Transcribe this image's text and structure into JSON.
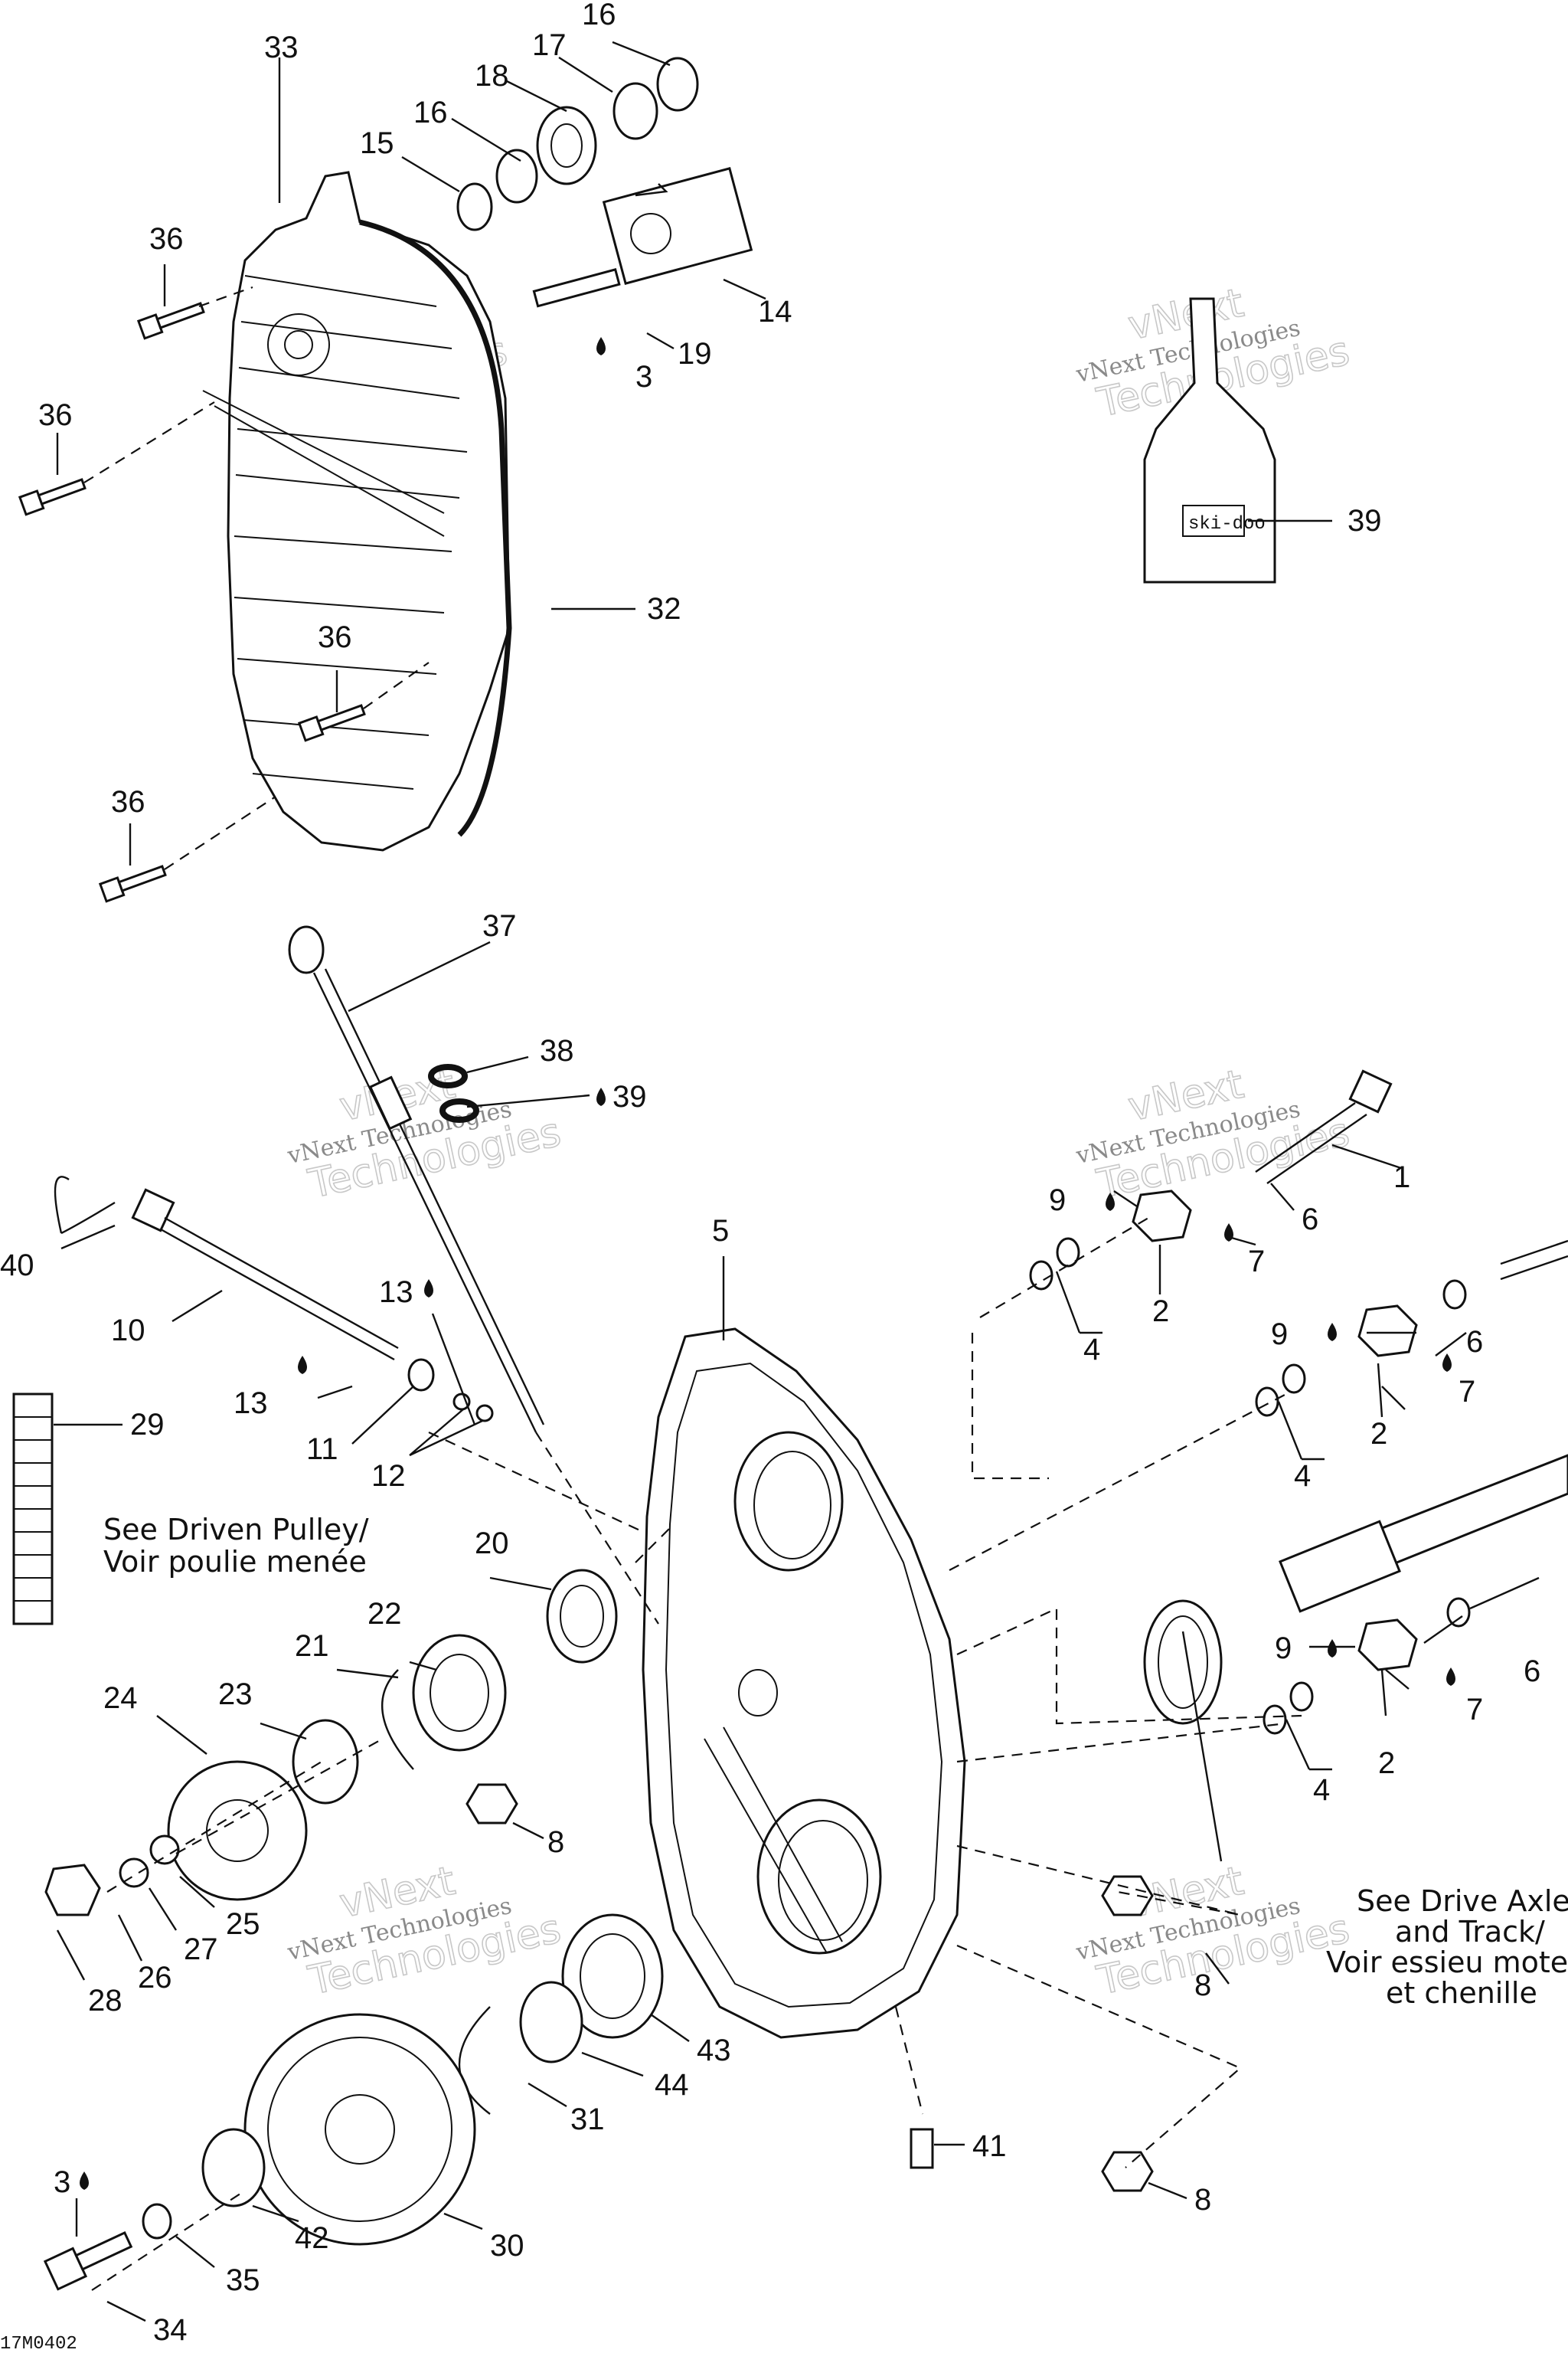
{
  "notes": {
    "driven_pulley": [
      "See Driven Pulley/",
      "Voir poulie menée"
    ],
    "drive_axle": [
      "See Drive Axle",
      "and Track/",
      "Voir essieu moteur",
      "et chenille"
    ]
  },
  "watermark": {
    "line1": "vNext Technologies",
    "line2": "vNext",
    "line3": "Technologies"
  },
  "figure_code": "17M0402",
  "bottle_brand": "ski-doo",
  "labels": {
    "l33": "33",
    "l16a": "16",
    "l17": "17",
    "l18": "18",
    "l16b": "16",
    "l15": "15",
    "l36a": "36",
    "l14": "14",
    "l19": "19",
    "l3a": "3",
    "l36b": "36",
    "l39a": "39",
    "l32": "32",
    "l36c": "36",
    "l36d": "36",
    "l37": "37",
    "l38": "38",
    "l39b": "39",
    "l1": "1",
    "l9a": "9",
    "l6a": "6",
    "l7a": "7",
    "l2a": "2",
    "l4a": "4",
    "l40": "40",
    "l5": "5",
    "l13a": "13",
    "l10": "10",
    "l13b": "13",
    "l11": "11",
    "l12": "12",
    "l29": "29",
    "l9b": "9",
    "l6b": "6",
    "l7b": "7",
    "l2b": "2",
    "l4b": "4",
    "l20": "20",
    "l22": "22",
    "l21": "21",
    "l24": "24",
    "l23": "23",
    "l9c": "9",
    "l6c": "6",
    "l7c": "7",
    "l2c": "2",
    "l4c": "4",
    "l8a": "8",
    "l25": "25",
    "l27": "27",
    "l26": "26",
    "l28": "28",
    "l8b": "8",
    "l43": "43",
    "l44": "44",
    "l31": "31",
    "l41": "41",
    "l3b": "3",
    "l8c": "8",
    "l42": "42",
    "l30": "30",
    "l35": "35",
    "l34": "34"
  }
}
